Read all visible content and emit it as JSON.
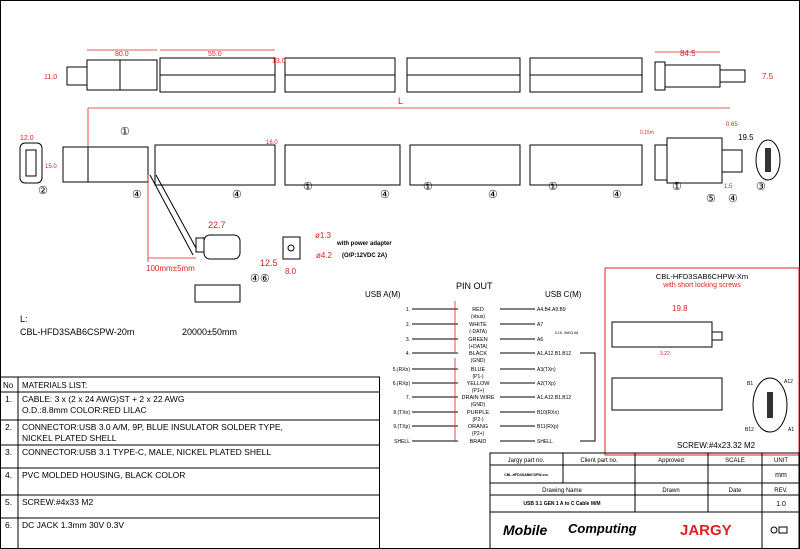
{
  "dimensions": {
    "d80": "80.0",
    "d55": "55.0",
    "d13": "13.0",
    "d11": "11.0",
    "d84_5": "84.5",
    "d7_5": "7.5",
    "L": "L",
    "d12": "12.0",
    "d15": "15.0",
    "d16": "16.0",
    "d0_15": "0.15m",
    "d0_65": "0.65",
    "d19_5": "19.5",
    "d1_5": "1.5",
    "d22_7": "22.7",
    "d12_5": "12.5",
    "d100": "100mm±5mm",
    "d8": "8.0",
    "phi13": "ø1.3",
    "phi42": "ø4.2"
  },
  "callouts": {
    "c1": "①",
    "c2": "②",
    "c3": "③",
    "c4": "④",
    "c5": "⑤",
    "c46": "④⑥"
  },
  "adapter": {
    "line1": "with power adapter",
    "line2": "(O/P:12VDC 2A)"
  },
  "length": {
    "label": "L:",
    "part": "CBL-HFD3SAB6CSPW-20m",
    "value": "20000±50mm"
  },
  "pinout": {
    "title": "PIN OUT",
    "left_title": "USB A(M)",
    "right_title": "USB C(M)",
    "rows": [
      {
        "left": "1.",
        "wire": "RED",
        "sub": "(vbus)",
        "right": "A4.B4.A9.B9"
      },
      {
        "left": "2.",
        "wire": "WHITE",
        "sub": "(-DATA)",
        "right": "A7"
      },
      {
        "left": "3.",
        "wire": "GREEN",
        "sub": "(+DATA)",
        "right": "A6"
      },
      {
        "left": "4.",
        "wire": "BLACK",
        "sub": "(GND)",
        "right": "A1.A12.B1.B12"
      },
      {
        "left": "5.(RXn)",
        "wire": "BLUE",
        "sub": "(P1-)",
        "right": "A3(TXn)"
      },
      {
        "left": "6.(RXp)",
        "wire": "YELLOW",
        "sub": "(P1+)",
        "right": "A2(TXp)"
      },
      {
        "left": "7.",
        "wire": "DRAIN WIRE",
        "sub": "(GND)",
        "right": "A1.A12.B1.B12"
      },
      {
        "left": "8.(TXn)",
        "wire": "PURPLE",
        "sub": "(P2-)",
        "right": "B10(RXn)"
      },
      {
        "left": "9.(TXp)",
        "wire": "ORANG",
        "sub": "(P2+)",
        "right": "B11(RXp)"
      },
      {
        "left": "SHELL",
        "wire": "BRAID",
        "sub": "",
        "right": "SHELL"
      }
    ],
    "note_a5": "5.1K, 56KΩ A5"
  },
  "variant": {
    "title": "CBL-HFD3SAB6CHPW-Xm",
    "subtitle": "with short locking screws",
    "dim1": "19.8",
    "dim2": "3.22",
    "screw": "SCREW:#4x23.32 M2",
    "pins": {
      "b1": "B1",
      "a12": "A12",
      "b12": "B12",
      "a1": "A1"
    }
  },
  "materials": {
    "header_no": "No",
    "header": "MATERIALS LIST:",
    "items": [
      {
        "no": "1.",
        "line1": "CABLE: 3 x (2 x 24 AWG)ST + 2 x 22 AWG",
        "line2": "O.D.:8.8mm COLOR:RED LILAC"
      },
      {
        "no": "2.",
        "line1": "CONNECTOR:USB 3.0 A/M, 9P, BLUE INSULATOR SOLDER TYPE,",
        "line2": "NICKEL PLATED SHELL"
      },
      {
        "no": "3.",
        "line1": "CONNECTOR:USB 3.1 TYPE-C, MALE, NICKEL PLATED SHELL",
        "line2": ""
      },
      {
        "no": "4.",
        "line1": "PVC MOLDED HOUSING, BLACK COLOR",
        "line2": ""
      },
      {
        "no": "5.",
        "line1": "SCREW:#4x33 M2",
        "line2": ""
      },
      {
        "no": "6.",
        "line1": "DC JACK 1.3mm 30V 0.3V",
        "line2": ""
      }
    ]
  },
  "title_block": {
    "jargy_part_label": "Jargy part no.",
    "client_part_label": "Client part no.",
    "approved_label": "Approved",
    "scale_label": "SCALE",
    "unit_label": "UNIT",
    "jargy_part": "CBL-HFD3SAB6CSPW-xm",
    "unit": "mm",
    "drawing_name_label": "Drawing Name",
    "drawn_label": "Drawn",
    "date_label": "Date",
    "rev_label": "REV.",
    "drawing_name": "USB 3.1 GEN 1 A to C Cable M/M",
    "rev": "1.0",
    "logo1": "Mobile",
    "logo2": "Computing",
    "logo3": "JARGY"
  },
  "colors": {
    "dim": "#e02020"
  }
}
